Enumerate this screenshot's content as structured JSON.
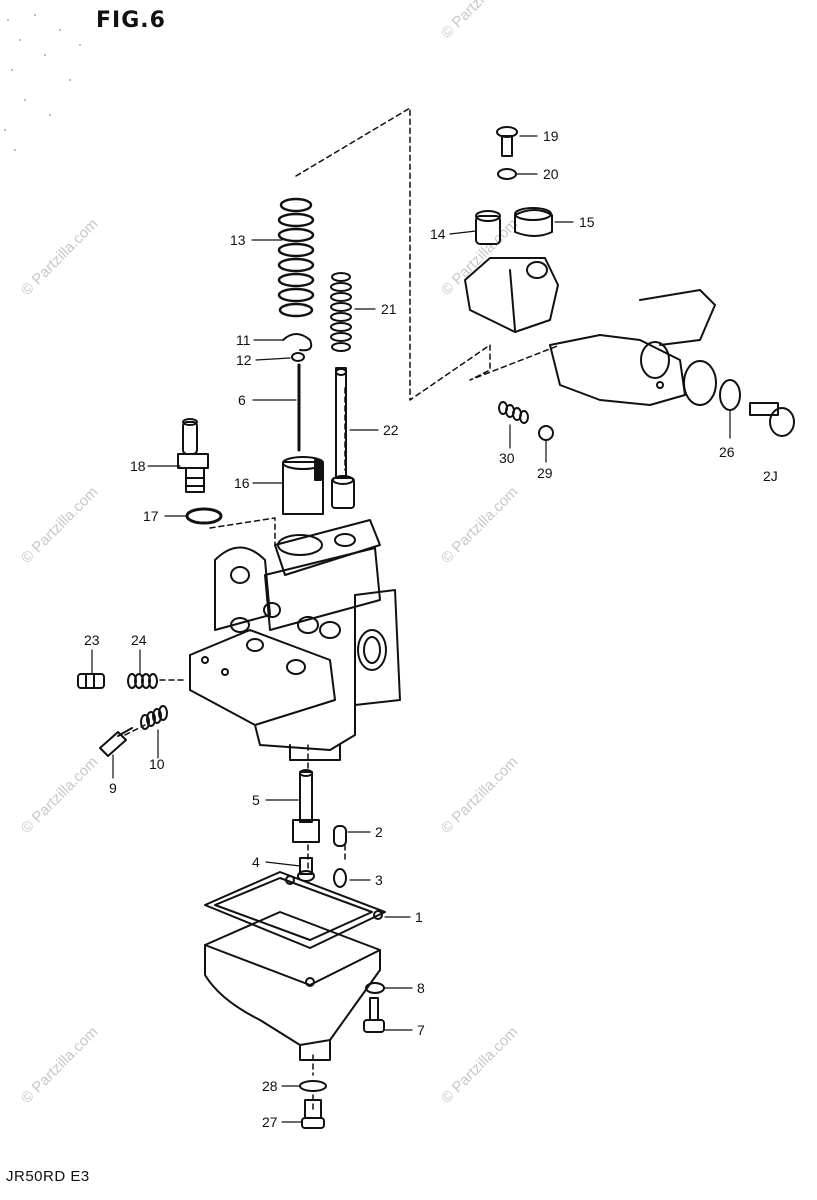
{
  "figure_title": "FIG.6",
  "model_code": "JR50RD E3",
  "watermark": "© Partzilla.com",
  "part_numbers": {
    "p1": "1",
    "p2": "2",
    "p3": "3",
    "p4": "4",
    "p5": "5",
    "p6": "6",
    "p7": "7",
    "p8": "8",
    "p9": "9",
    "p10": "10",
    "p11": "11",
    "p12": "12",
    "p13": "13",
    "p14": "14",
    "p15": "15",
    "p16": "16",
    "p17": "17",
    "p18": "18",
    "p19": "19",
    "p20": "20",
    "p21": "21",
    "p22": "22",
    "p23": "23",
    "p24": "24",
    "p26": "26",
    "p27": "27",
    "p28": "28",
    "p29": "29",
    "p30": "30",
    "p25": "2J"
  }
}
